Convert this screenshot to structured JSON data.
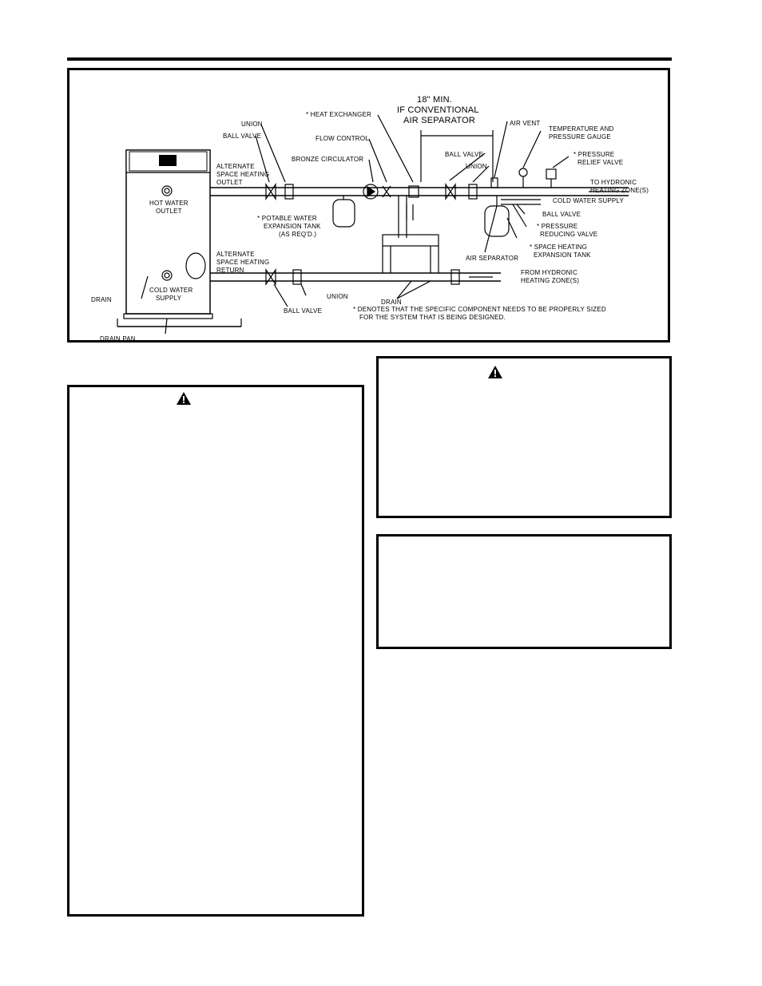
{
  "diagram": {
    "labels": {
      "dimension_1": "18\" MIN.",
      "dimension_2": "IF CONVENTIONAL",
      "dimension_3": "AIR SEPARATOR",
      "union_top_left": "UNION",
      "ball_valve_top_left": "BALL VALVE",
      "heat_exchanger": "* HEAT EXCHANGER",
      "flow_control": "FLOW CONTROL",
      "bronze_circulator": "BRONZE CIRCULATOR",
      "alt_outlet_1": "ALTERNATE",
      "alt_outlet_2": "SPACE HEATING",
      "alt_outlet_3": "OUTLET",
      "hot_water_outlet_1": "HOT WATER",
      "hot_water_outlet_2": "OUTLET",
      "potable_tank_1": "* POTABLE WATER",
      "potable_tank_2": "EXPANSION TANK",
      "potable_tank_3": "(AS REQ'D.)",
      "air_vent": "AIR VENT",
      "temp_gauge_1": "TEMPERATURE AND",
      "temp_gauge_2": "PRESSURE GAUGE",
      "ball_valve_top_right": "BALL VALVE",
      "union_top_right": "UNION",
      "relief_valve_1": "* PRESSURE",
      "relief_valve_2": "RELIEF VALVE",
      "to_zone_1": "TO HYDRONIC",
      "to_zone_2": "HEATING ZONE(S)",
      "cold_water_supply_right": "COLD WATER SUPPLY",
      "ball_valve_right": "BALL VALVE",
      "reducing_valve_1": "* PRESSURE",
      "reducing_valve_2": "REDUCING VALVE",
      "sh_tank_1": "* SPACE HEATING",
      "sh_tank_2": "EXPANSION TANK",
      "air_separator": "AIR SEPARATOR",
      "alt_return_1": "ALTERNATE",
      "alt_return_2": "SPACE HEATING",
      "alt_return_3": "RETURN",
      "from_zone_1": "FROM HYDRONIC",
      "from_zone_2": "HEATING ZONE(S)",
      "union_bottom": "UNION",
      "ball_valve_bottom": "BALL VALVE",
      "drain_center": "DRAIN",
      "drain_left": "DRAIN",
      "cold_water_supply_1": "COLD WATER",
      "cold_water_supply_2": "SUPPLY",
      "drain_pan": "DRAIN PAN",
      "footnote_1": "* DENOTES THAT THE SPECIFIC COMPONENT NEEDS TO BE PROPERLY SIZED",
      "footnote_2": "FOR THE SYSTEM THAT IS BEING DESIGNED."
    }
  },
  "icons": {
    "warning": "warning-triangle-icon"
  }
}
